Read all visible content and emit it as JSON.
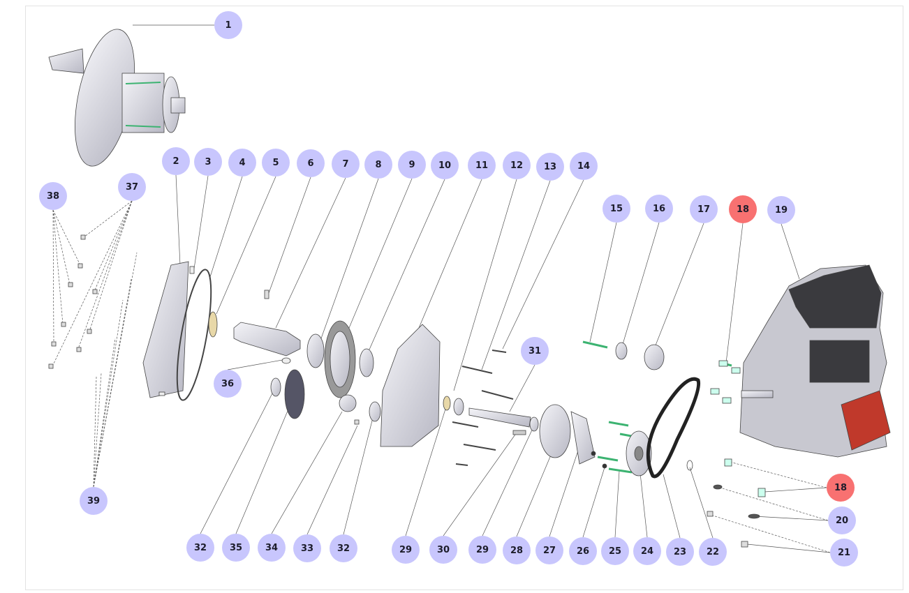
{
  "diagram": {
    "callouts": [
      {
        "label": "1"
      },
      {
        "label": "2"
      },
      {
        "label": "3"
      },
      {
        "label": "4"
      },
      {
        "label": "5"
      },
      {
        "label": "6"
      },
      {
        "label": "7"
      },
      {
        "label": "8"
      },
      {
        "label": "9"
      },
      {
        "label": "10"
      },
      {
        "label": "11"
      },
      {
        "label": "12"
      },
      {
        "label": "13"
      },
      {
        "label": "14"
      },
      {
        "label": "15"
      },
      {
        "label": "16"
      },
      {
        "label": "17"
      },
      {
        "label": "18"
      },
      {
        "label": "19"
      },
      {
        "label": "38"
      },
      {
        "label": "37"
      },
      {
        "label": "31"
      },
      {
        "label": "36"
      },
      {
        "label": "39"
      },
      {
        "label": "18"
      },
      {
        "label": "20"
      },
      {
        "label": "21"
      },
      {
        "label": "32"
      },
      {
        "label": "35"
      },
      {
        "label": "34"
      },
      {
        "label": "33"
      },
      {
        "label": "32"
      },
      {
        "label": "29"
      },
      {
        "label": "30"
      },
      {
        "label": "29"
      },
      {
        "label": "28"
      },
      {
        "label": "27"
      },
      {
        "label": "26"
      },
      {
        "label": "25"
      },
      {
        "label": "24"
      },
      {
        "label": "23"
      },
      {
        "label": "22"
      }
    ],
    "colors": {
      "callout": "#c8c6fd",
      "highlight": "#f87171",
      "part": "#d6d6de",
      "engine_red": "#c0392b",
      "engine_dark": "#3a3a3e"
    }
  }
}
